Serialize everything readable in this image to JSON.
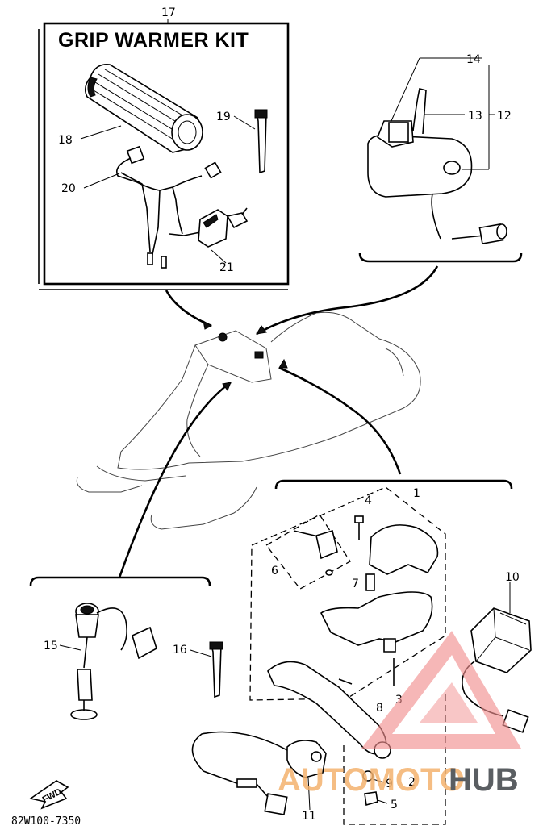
{
  "kit": {
    "number": "17",
    "title": "GRIP WARMER KIT"
  },
  "callouts": {
    "c1": "1",
    "c2": "2",
    "c3": "3",
    "c4": "4",
    "c5": "5",
    "c6": "6",
    "c7": "7",
    "c8": "8",
    "c9": "9",
    "c10": "10",
    "c11": "11",
    "c12": "12",
    "c13": "13",
    "c14": "14",
    "c15": "15",
    "c16": "16",
    "c18": "18",
    "c19": "19",
    "c20": "20",
    "c21": "21"
  },
  "front_marker": "FWD",
  "drawing_code": "82W100-7350",
  "watermark": {
    "part_a": "AUTOMOTO",
    "part_b": "HUB",
    "color": "#f4b26e"
  }
}
